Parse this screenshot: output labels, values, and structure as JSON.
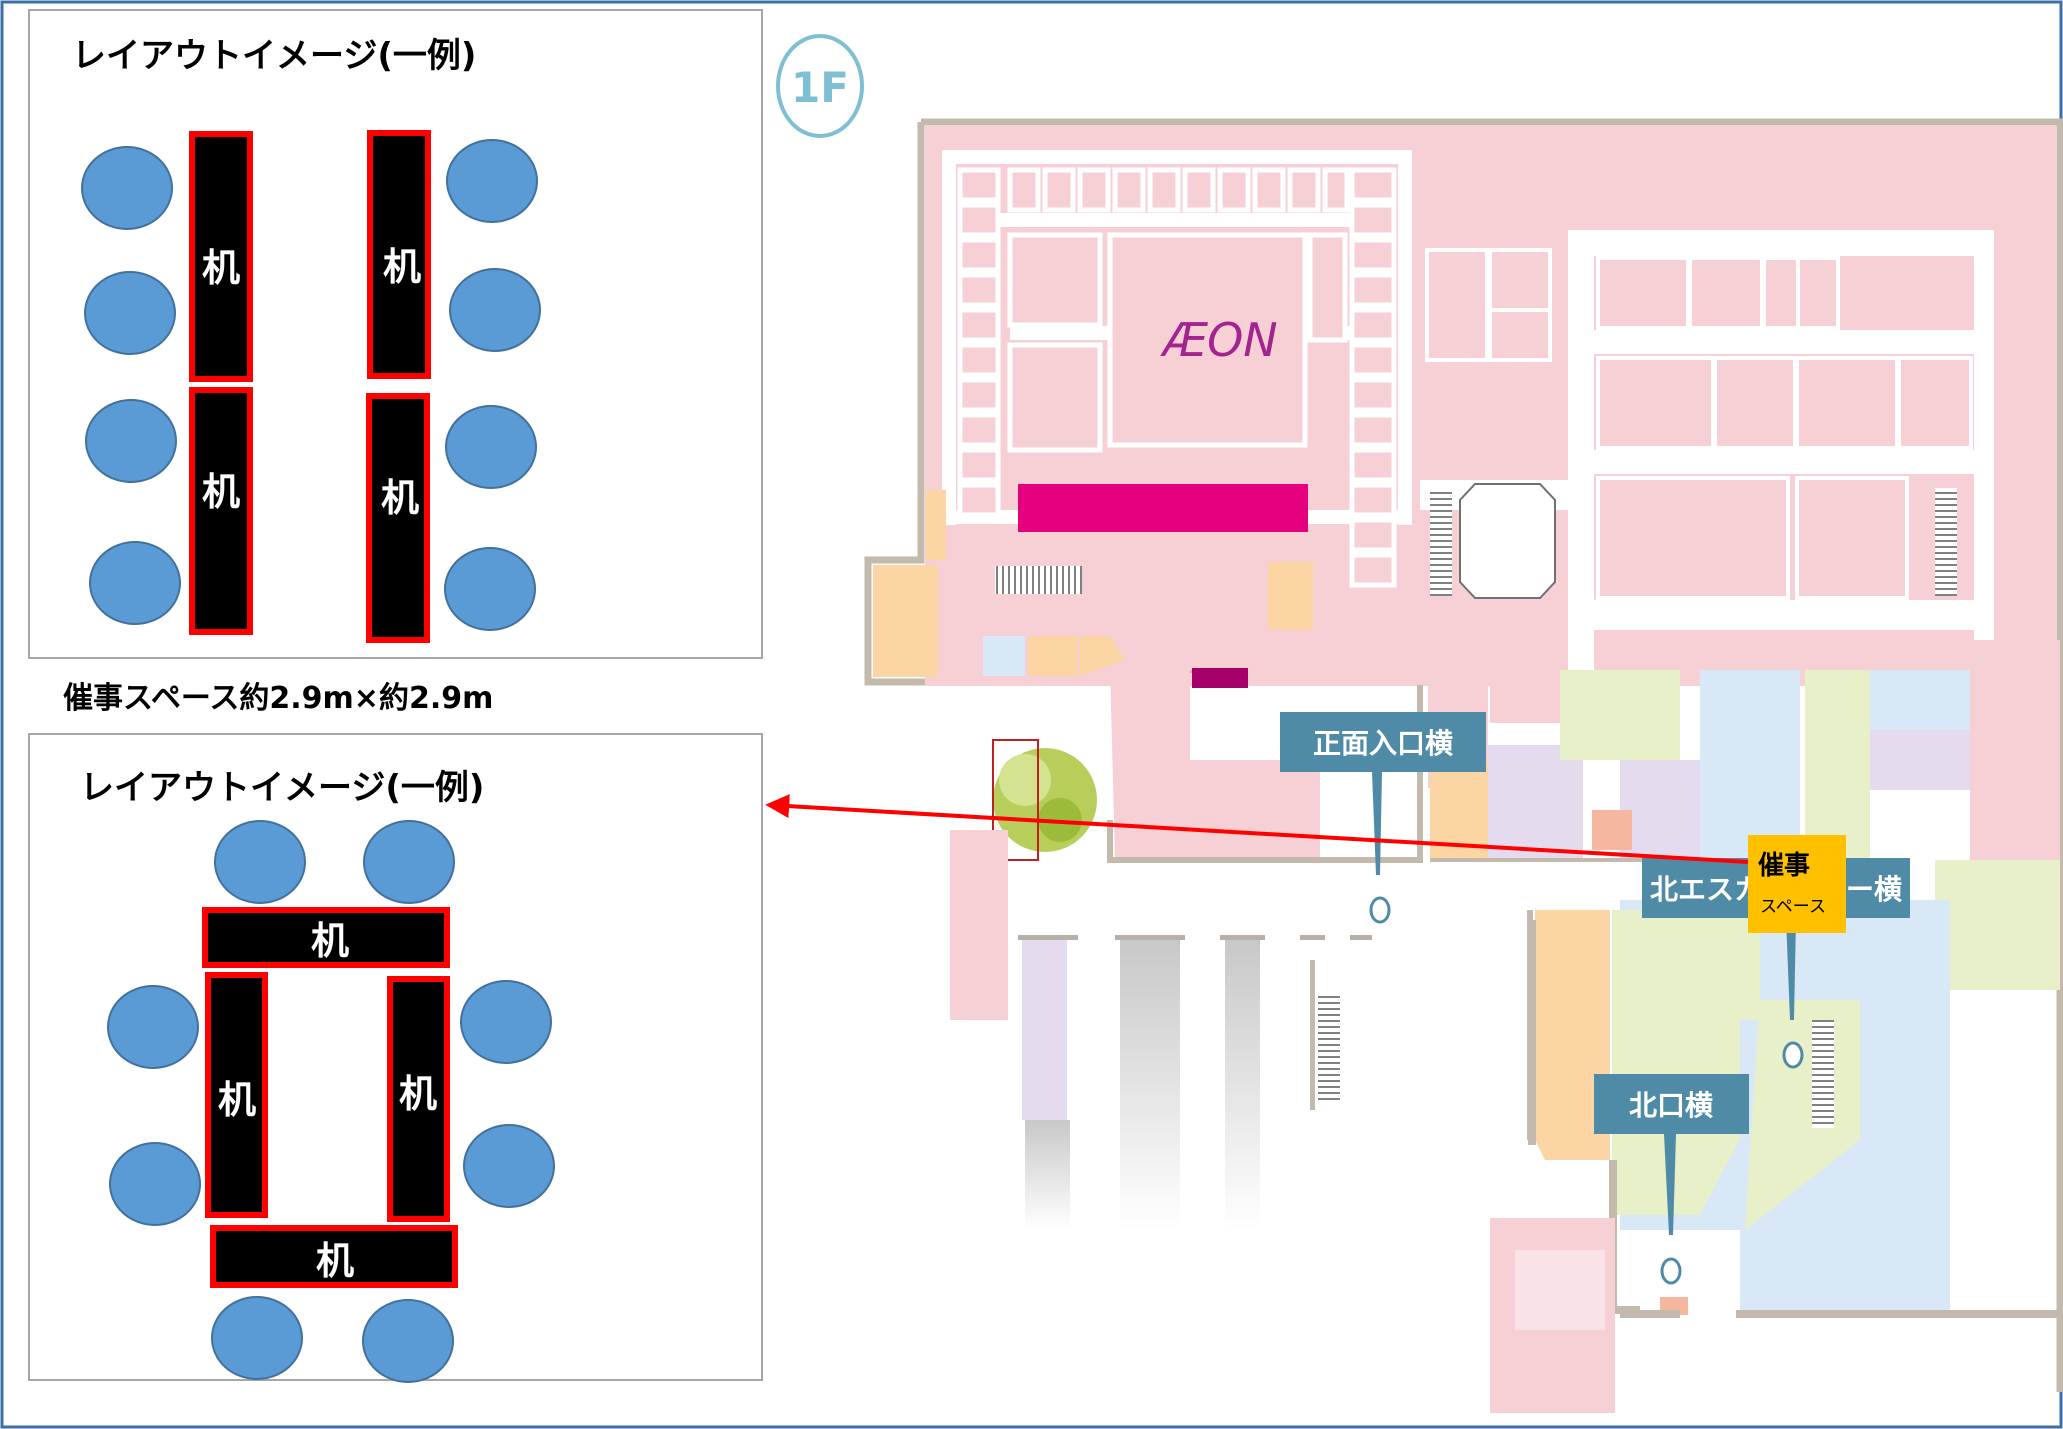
{
  "layout_panels": [
    {
      "title": "レイアウトイメージ(一例)"
    },
    {
      "title": "レイアウトイメージ(一例)"
    }
  ],
  "desk_label": "机",
  "space_size_text": "催事スペース約2.9m×約2.9m",
  "floor_badge": "1F",
  "store_logo": "ÆON",
  "pins": {
    "front_entrance": "正面入口横",
    "north_escalator": "北エスカレーター横",
    "north_exit": "北口横"
  },
  "event_space": {
    "line1": "催事",
    "line2": "スペース"
  },
  "colors": {
    "table_fill": "#000000",
    "table_border": "#ff0000",
    "chair": "#5b9bd5",
    "pin": "#4f8ba6",
    "event_space": "#ffc000",
    "arrow": "#ff0000",
    "shop_pink": "#f7d0d6",
    "shop_orange": "#fbd5a3",
    "shop_blue": "#d9e8f7",
    "shop_green": "#e7f0c8",
    "shop_purple": "#e4dcee",
    "accent_magenta": "#e4007f",
    "frame": "#3d6fa6"
  }
}
